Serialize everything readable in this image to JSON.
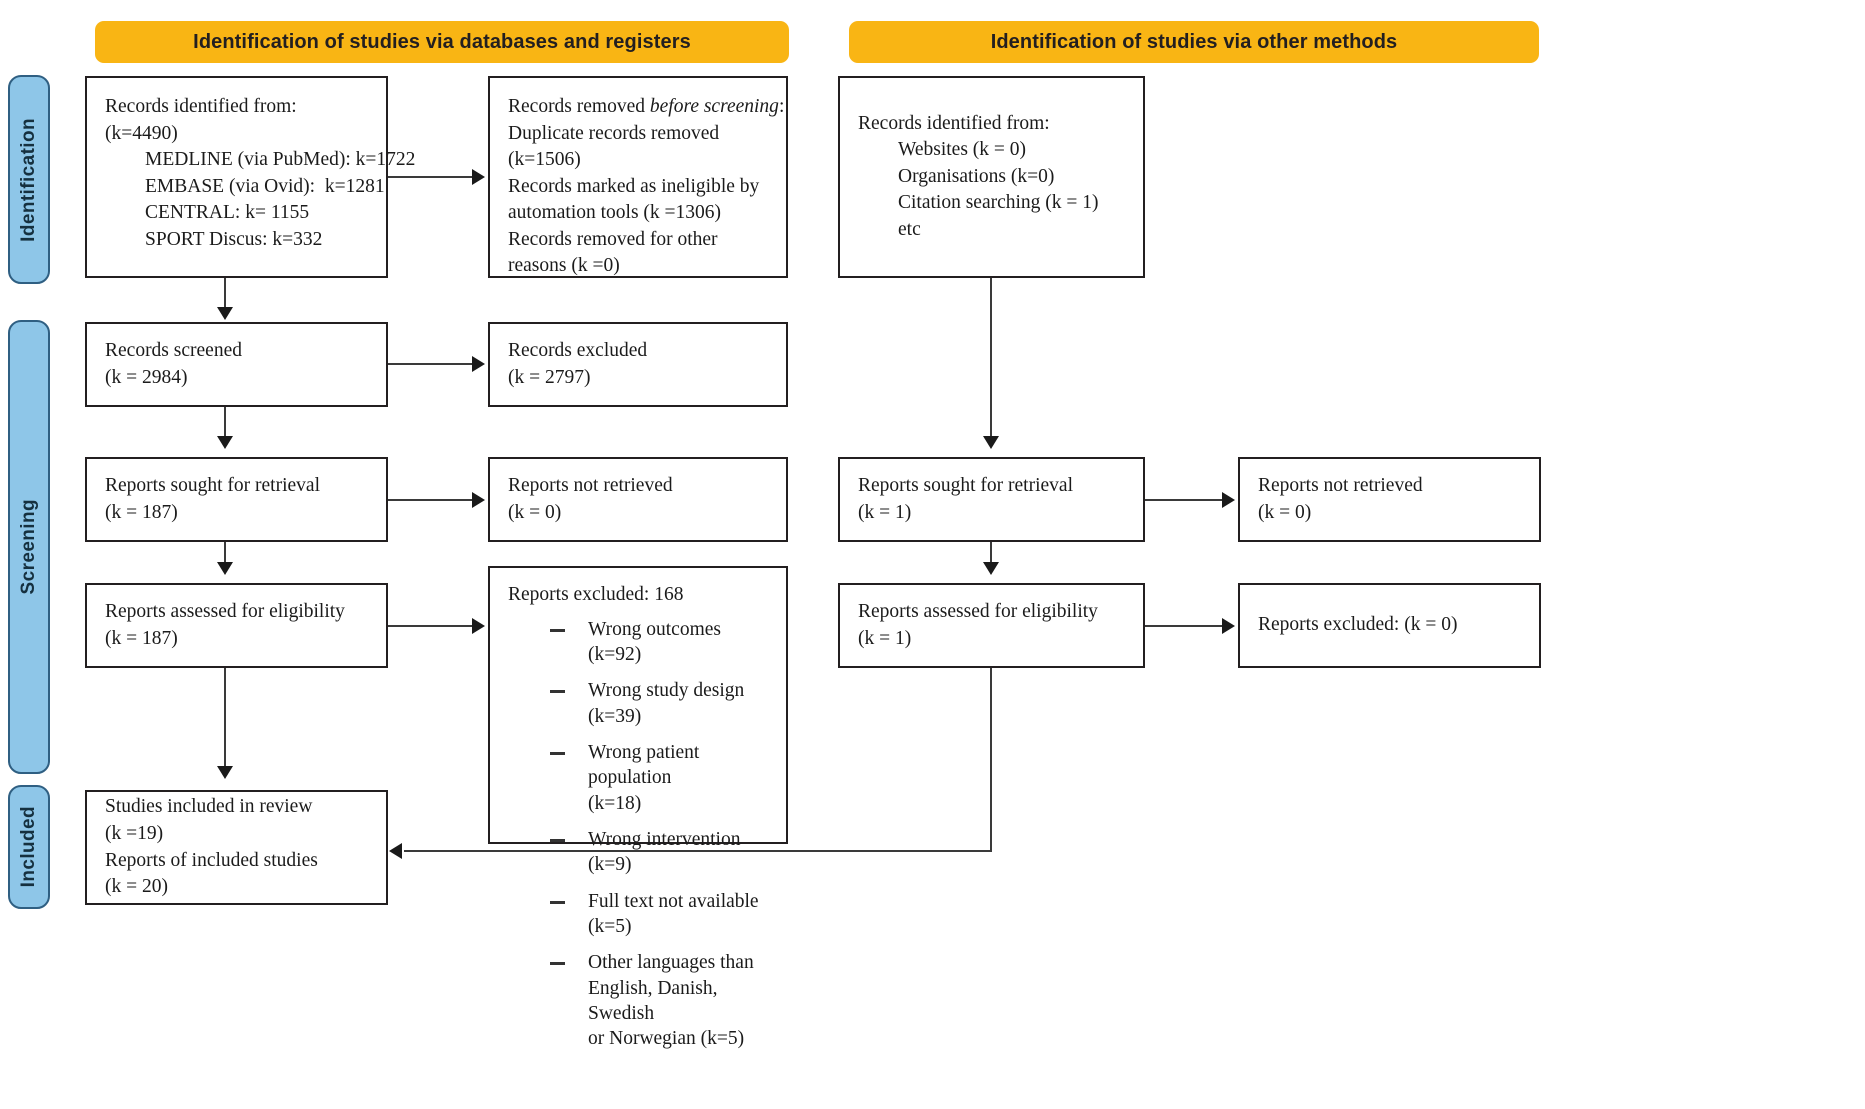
{
  "headers": {
    "left": "Identification of studies via databases and registers",
    "right": "Identification of studies via other methods"
  },
  "stages": {
    "identification": "Identification",
    "screening": "Screening",
    "included": "Included"
  },
  "left_column": {
    "records_identified": {
      "title": "Records identified from:",
      "total": "(k=4490)",
      "sources": [
        "MEDLINE (via PubMed): k=1722",
        "EMBASE (via Ovid):  k=1281",
        "CENTRAL: k= 1155",
        "SPORT Discus: k=332"
      ]
    },
    "records_removed": {
      "title_plain": "Records removed ",
      "title_italic": "before screening",
      "title_colon": ":",
      "lines": [
        "Duplicate records removed",
        "(k=1506)",
        "Records marked as ineligible by",
        "automation tools (k =1306)",
        "Records removed for other",
        "reasons (k =0)"
      ]
    },
    "records_screened": {
      "label": "Records screened",
      "count": "(k = 2984)"
    },
    "records_excluded": {
      "label": "Records excluded",
      "count": "(k = 2797)"
    },
    "reports_sought": {
      "label": "Reports sought for retrieval",
      "count": "(k = 187)"
    },
    "reports_not_retrieved": {
      "label": "Reports not retrieved",
      "count": "(k = 0)"
    },
    "reports_assessed": {
      "label": "Reports assessed for eligibility",
      "count": "(k = 187)"
    },
    "reports_excluded": {
      "title": "Reports excluded: 168",
      "reasons": [
        "Wrong outcomes (k=92)",
        "Wrong study design (k=39)",
        "Wrong patient population\n(k=18)",
        "Wrong intervention (k=9)",
        "Full text not available (k=5)",
        "Other languages than\nEnglish, Danish, Swedish\nor Norwegian (k=5)"
      ]
    },
    "studies_included": {
      "line1": "Studies included in review",
      "line2": "(k =19)",
      "line3": "Reports of included studies",
      "line4": "(k = 20)"
    }
  },
  "right_column": {
    "records_identified": {
      "title": "Records identified from:",
      "sources": [
        "Websites (k = 0)",
        "Organisations (k=0)",
        "Citation searching (k = 1)",
        "etc"
      ]
    },
    "reports_sought": {
      "label": "Reports sought for retrieval",
      "count": "(k = 1)"
    },
    "reports_not_retrieved": {
      "label": "Reports not retrieved",
      "count": "(k = 0)"
    },
    "reports_assessed": {
      "label": "Reports assessed for eligibility",
      "count": "(k = 1)"
    },
    "reports_excluded": {
      "label": "Reports excluded: (k = 0)"
    }
  },
  "colors": {
    "header_orange": "#F9B514",
    "stage_blue": "#8EC6E8",
    "stage_border": "#2F5F82",
    "box_border": "#231f20",
    "connector": "#3a3a3a"
  }
}
